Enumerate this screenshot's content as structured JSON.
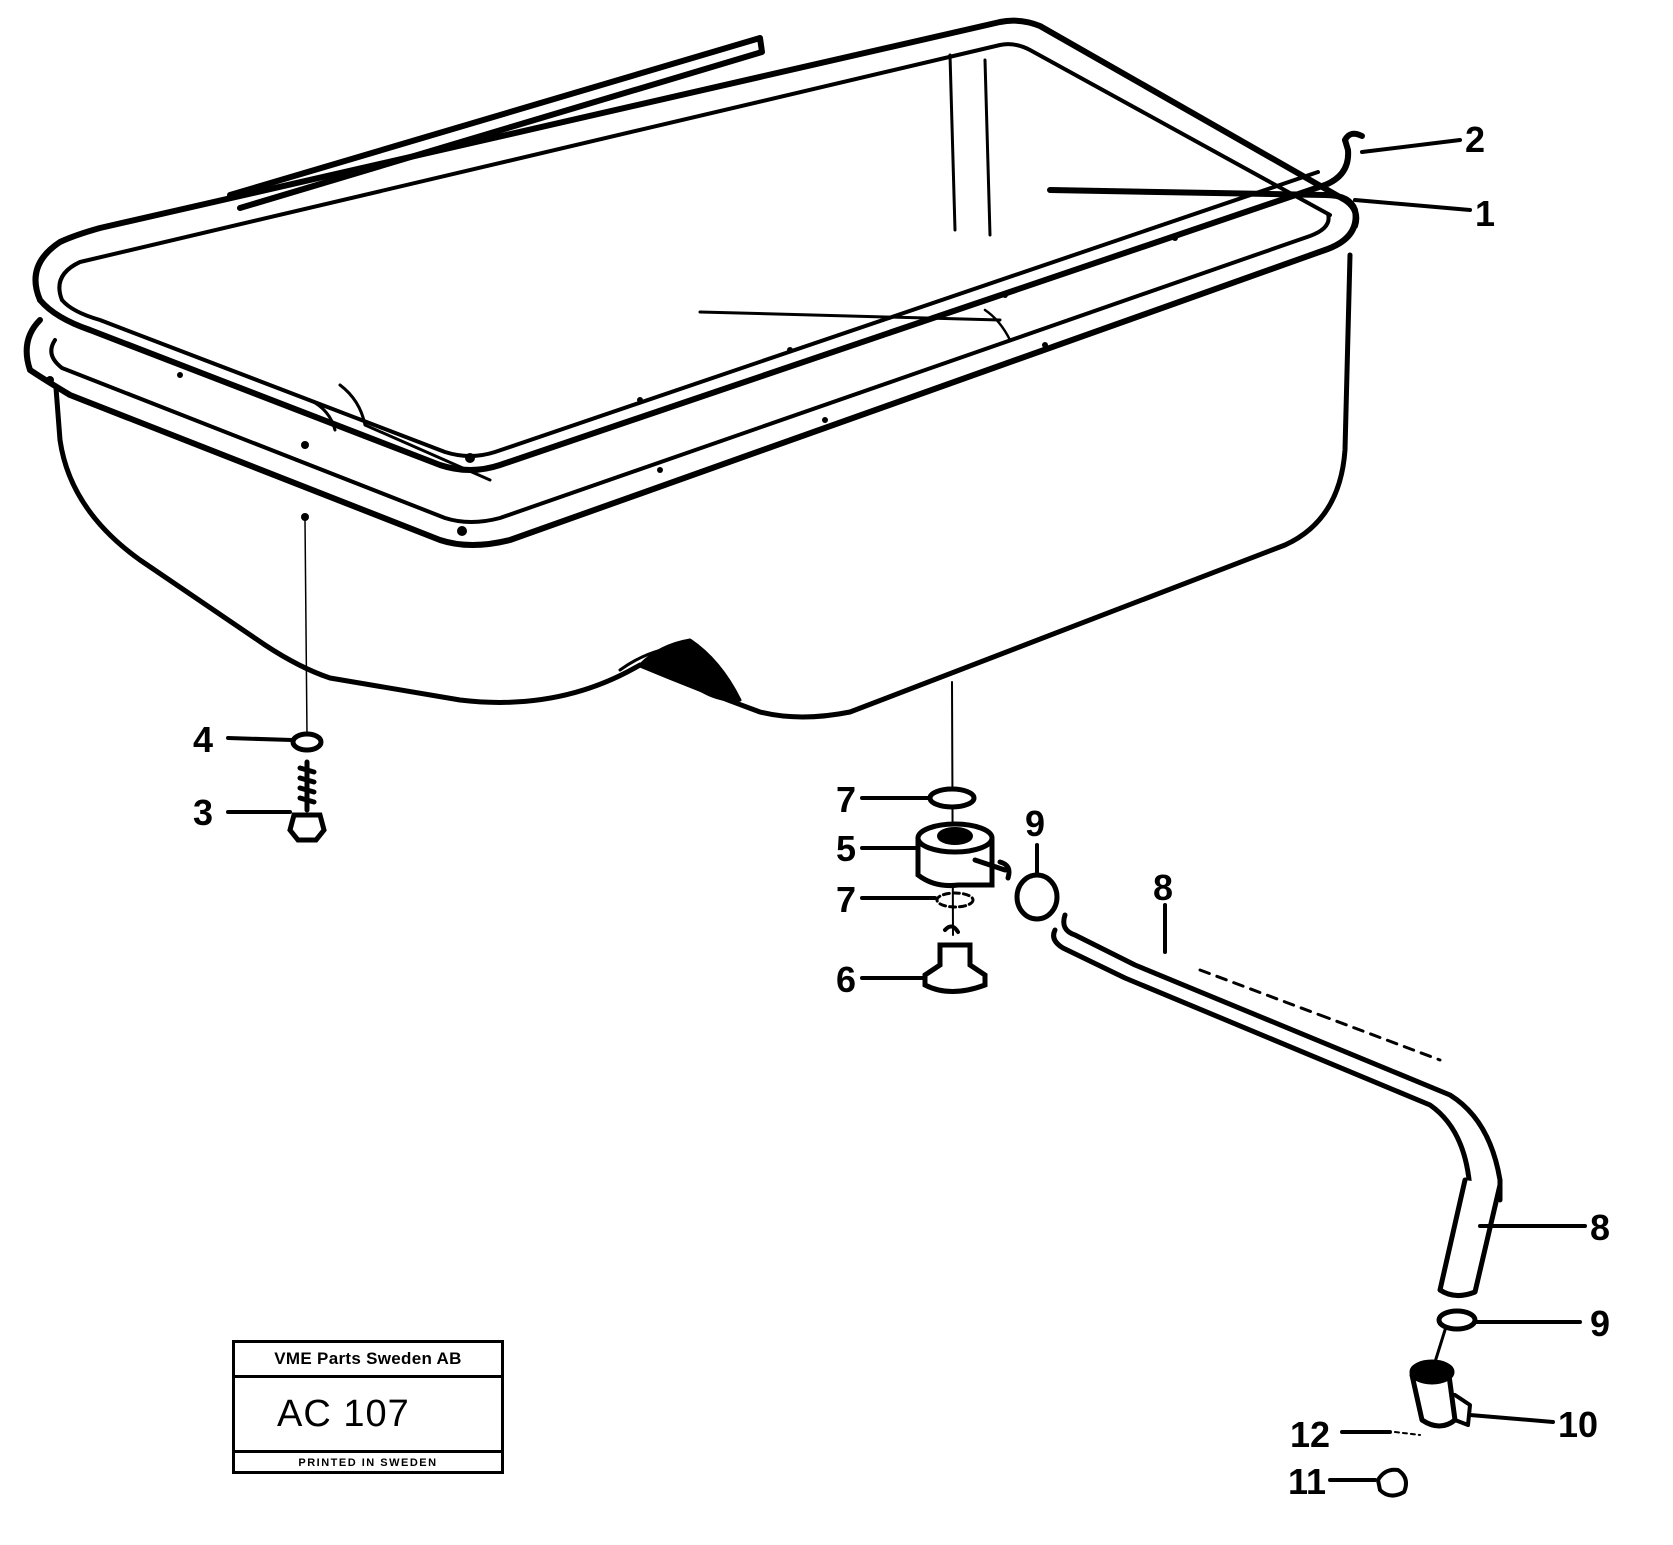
{
  "callouts": {
    "c1": "1",
    "c2": "2",
    "c3": "3",
    "c4": "4",
    "c5": "5",
    "c6": "6",
    "c7a": "7",
    "c7b": "7",
    "c8a": "8",
    "c8b": "8",
    "c9a": "9",
    "c9b": "9",
    "c10": "10",
    "c11": "11",
    "c12": "12"
  },
  "stamp": {
    "company": "VME Parts Sweden AB",
    "code": "AC 107",
    "printed": "PRINTED IN SWEDEN"
  }
}
